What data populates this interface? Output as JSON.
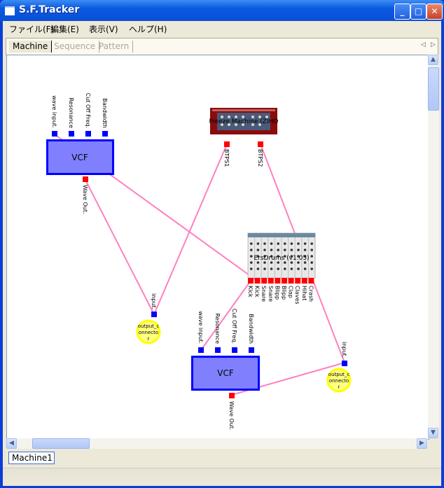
{
  "window": {
    "title": "S.F.Tracker",
    "buttons": {
      "minimize": "_",
      "maximize": "□",
      "close": "✕"
    }
  },
  "menu": [
    "ファイル(F)",
    "編集(E)",
    "表示(V)",
    "ヘルプ(H)"
  ],
  "tabs": [
    {
      "label": "Machine",
      "active": true
    },
    {
      "label": "Sequence",
      "active": false
    },
    {
      "label": "Pattern",
      "active": false
    }
  ],
  "tab_nav": {
    "prev": "◁",
    "next": "▷"
  },
  "machines": {
    "vcf1": {
      "name": "VCF",
      "inputs": [
        "wave input.",
        "Resonance",
        "Cut Off Freq.",
        "Bandwidth"
      ],
      "output": "Wave Out."
    },
    "vcf2": {
      "name": "VCF",
      "inputs": [
        "wave input.",
        "Resonance",
        "Cut Off Freq.",
        "Bandwidth"
      ],
      "output": "Wave Out."
    },
    "freeze": {
      "name": "Freeze Machine (ZIHO",
      "outputs": [
        "BTPS1",
        "BTPS2"
      ]
    },
    "drums": {
      "name": "ErsDrums (v1.05)",
      "outputs": [
        "Kick",
        "Kick",
        "Snare",
        "Snare",
        "Blipp",
        "Blipp",
        "Clap",
        "Claves",
        "Hihat",
        "Crash"
      ]
    },
    "out1": {
      "name": [
        "output_c",
        "onnecto",
        "r"
      ],
      "input": "input."
    },
    "out2": {
      "name": [
        "output_c",
        "onnecto",
        "r"
      ],
      "input": "input."
    }
  },
  "colors": {
    "vcf_fill": "#8080ff",
    "vcf_border": "#0000ff",
    "input_port": "#0000ff",
    "output_port": "#ff0000",
    "wire": "#ff80c0",
    "connector_fill": "#ffff80",
    "connector_border": "#ffff00"
  },
  "bottom_tab": "Machine1"
}
